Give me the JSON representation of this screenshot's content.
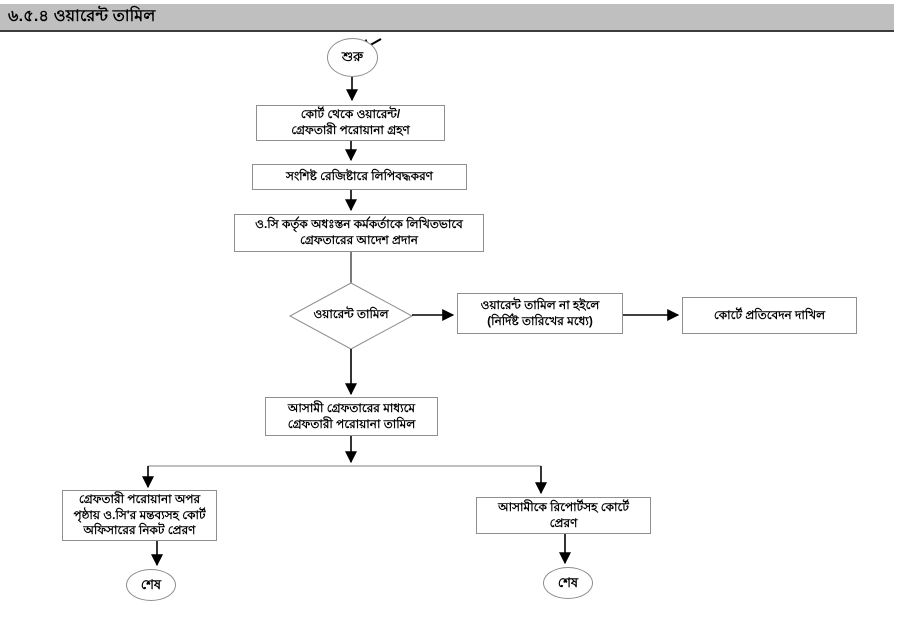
{
  "page": {
    "title": "৬.৫.৪ ওয়ারেন্ট তামিল"
  },
  "colors": {
    "title_bar_bg": "#bfbfbf",
    "title_rule": "#3c3c3c",
    "node_border": "#8f8f8f",
    "connector": "#000000",
    "tee_line": "#9a9a9a"
  },
  "flowchart": {
    "start": {
      "label": "শুরু"
    },
    "receive_warrant": {
      "line1": "কোর্ট থেকে ওয়ারেন্ট/",
      "line2": "গ্রেফতারী পরোয়ানা গ্রহণ"
    },
    "record_register": {
      "line1": "সংশিষ্ট রেজিষ্টারে লিপিবদ্ধকরণ"
    },
    "written_order": {
      "line1": "ও.সি কর্তৃক অধঃস্তন কর্মকর্তাকে লিখিতভাবে",
      "line2": "গ্রেফতারের আদেশ প্রদান"
    },
    "decision": {
      "label": "ওয়ারেন্ট তামিল"
    },
    "not_executed": {
      "line1": "ওয়ারেন্ট তামিল না হইলে",
      "line2": "(নির্দিষ্ট তারিখের মধ্যে)"
    },
    "court_report": {
      "line1": "কোর্টে প্রতিবেদন দাখিল"
    },
    "arrest_execute": {
      "line1": "আসামী গ্রেফতারের মাধ্যমে",
      "line2": "গ্রেফতারী পরোয়ানা তামিল"
    },
    "send_warrant_back": {
      "line1": "গ্রেফতারী পরোয়ানা অপর",
      "line2": "পৃষ্ঠায় ও.সি'র মন্তব্যসহ কোর্ট",
      "line3": "অফিসারের নিকট প্রেরণ"
    },
    "send_accused": {
      "line1": "আসামীকে রিপোর্টসহ কোর্টে",
      "line2": "প্রেরণ"
    },
    "end_left": {
      "label": "শেষ"
    },
    "end_right": {
      "label": "শেষ"
    }
  }
}
